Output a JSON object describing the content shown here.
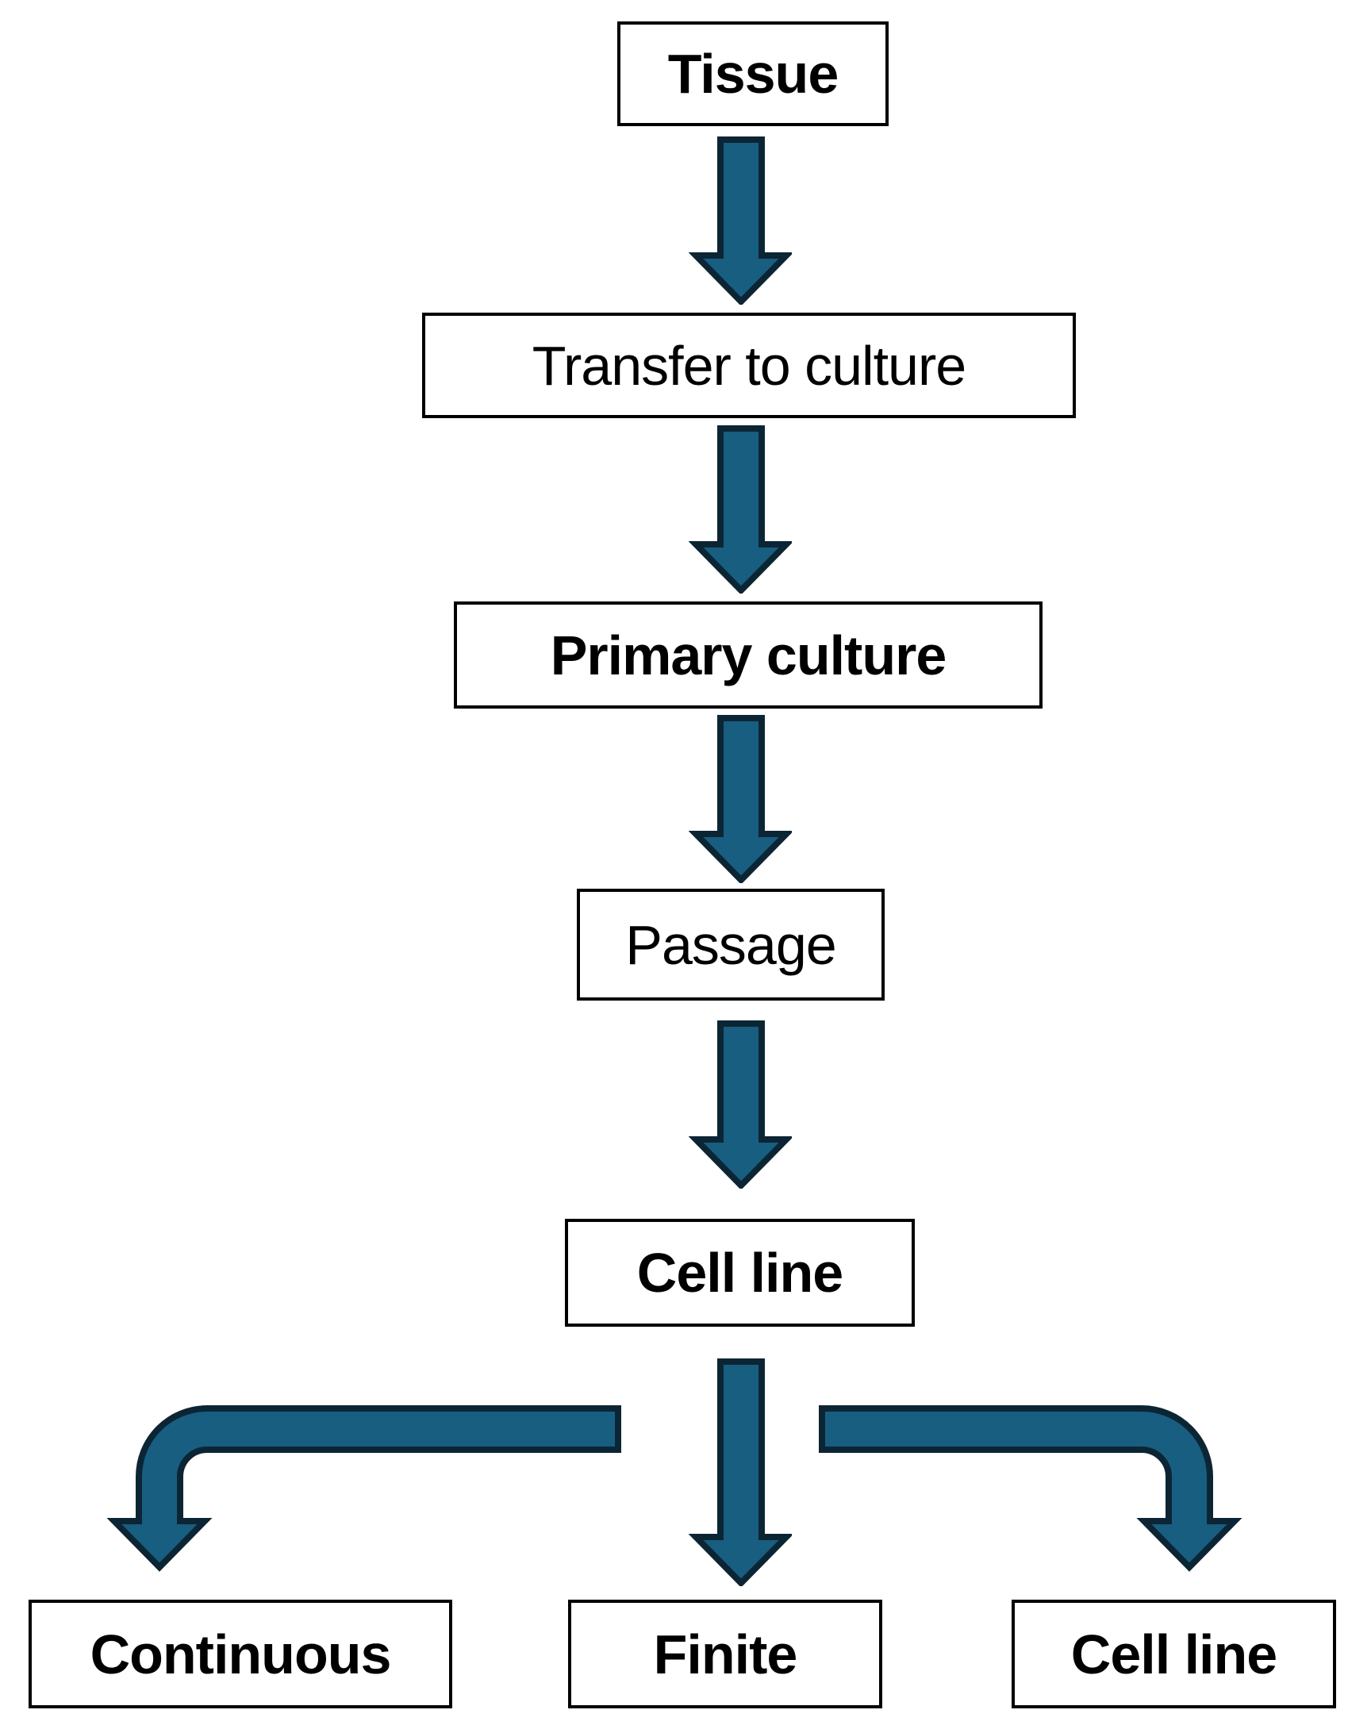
{
  "colors": {
    "arrow_fill": "#185e80",
    "arrow_outline": "#0c2534",
    "box_border": "#000000",
    "box_background": "#ffffff",
    "text": "#000000",
    "page_background": "#ffffff"
  },
  "nodes": {
    "tissue": {
      "label": "Tissue",
      "emphasis": "bold"
    },
    "transfer": {
      "label": "Transfer to culture",
      "emphasis": "regular"
    },
    "primary_culture": {
      "label": "Primary culture",
      "emphasis": "bold"
    },
    "passage": {
      "label": "Passage",
      "emphasis": "regular"
    },
    "cell_line": {
      "label": "Cell line",
      "emphasis": "bold"
    },
    "continuous": {
      "label": "Continuous",
      "emphasis": "bold"
    },
    "finite": {
      "label": "Finite",
      "emphasis": "bold"
    },
    "cell_line_bottom": {
      "label": "Cell line",
      "emphasis": "bold"
    }
  },
  "edges": [
    {
      "from": "Tissue",
      "to": "Transfer to culture"
    },
    {
      "from": "Transfer to culture",
      "to": "Primary culture"
    },
    {
      "from": "Primary culture",
      "to": "Passage"
    },
    {
      "from": "Passage",
      "to": "Cell line"
    },
    {
      "from": "Cell line",
      "to": "Continuous"
    },
    {
      "from": "Cell line",
      "to": "Finite"
    },
    {
      "from": "Cell line",
      "to": "Cell line"
    }
  ]
}
